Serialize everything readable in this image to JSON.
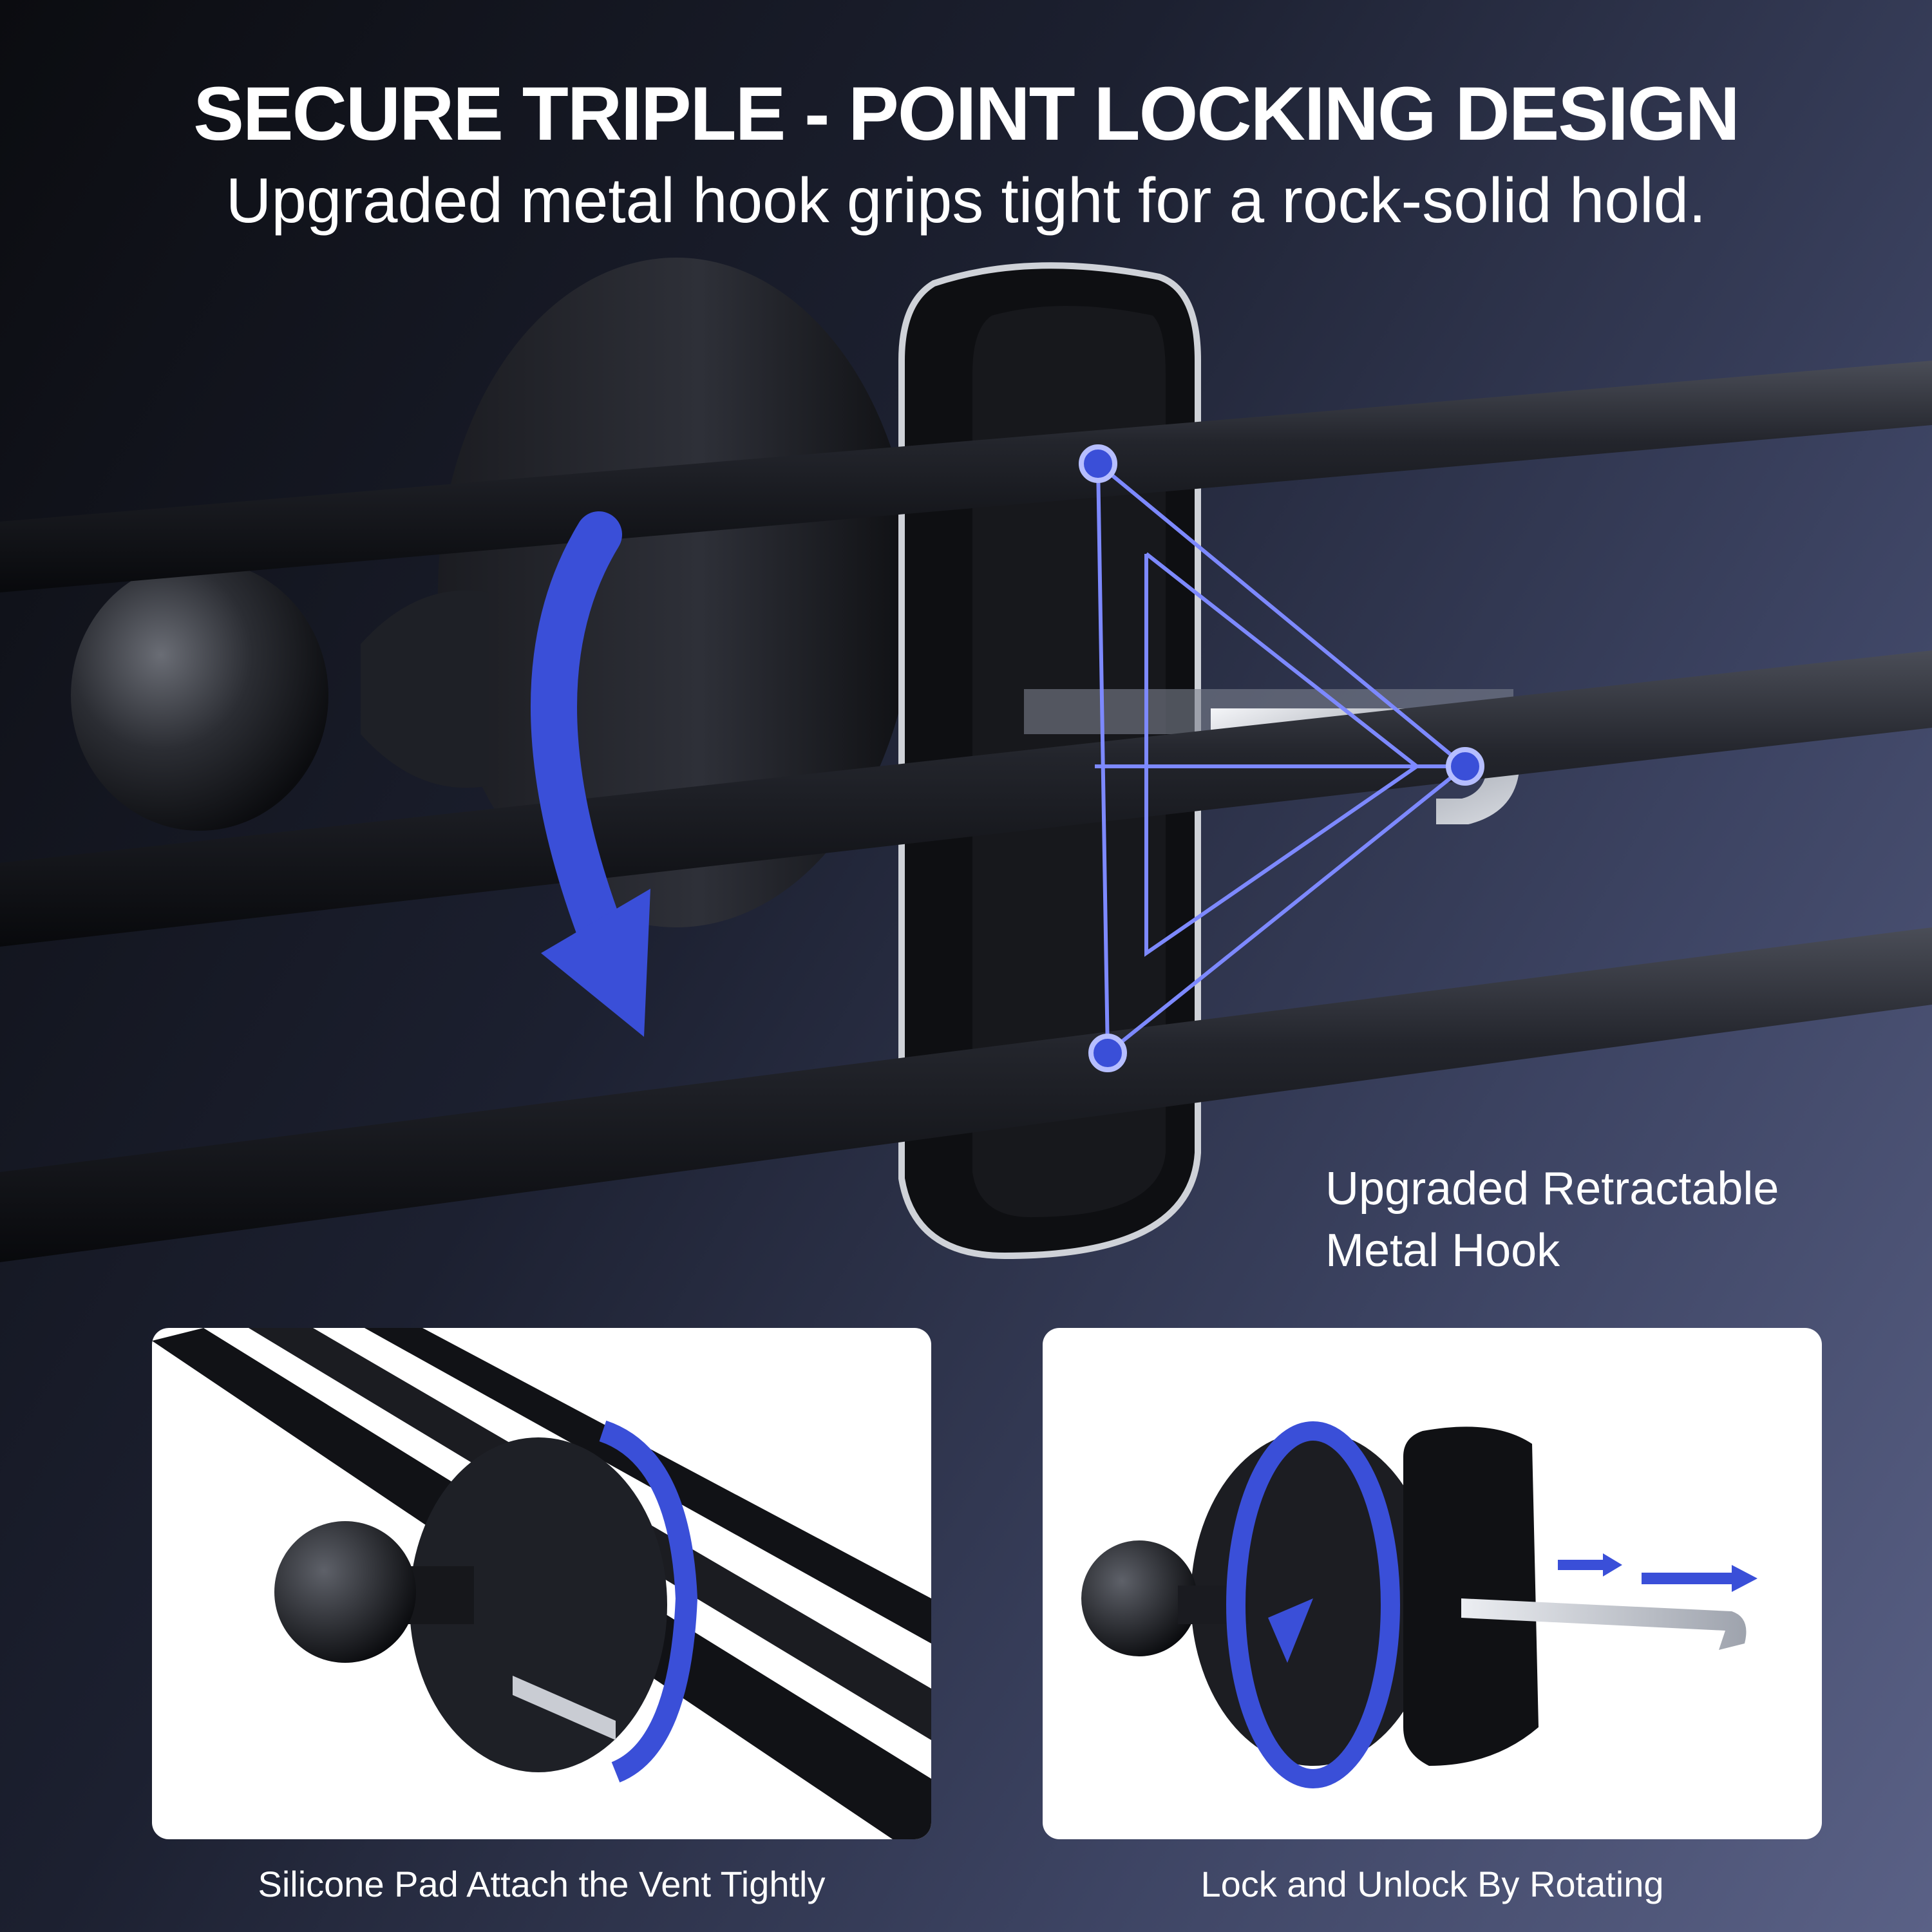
{
  "header": {
    "title": "SECURE TRIPLE - POINT LOCKING DESIGN",
    "subtitle": "Upgraded metal hook grips tight for a rock-solid hold."
  },
  "callout": {
    "line1": "Upgraded Retractable",
    "line2": "Metal Hook"
  },
  "panels": [
    {
      "caption": "Silicone Pad Attach the Vent Tightly"
    },
    {
      "caption": "Lock and Unlock By Rotating"
    }
  ],
  "colors": {
    "accent_blue": "#3a4fd8",
    "glow_blue": "#6f7cff",
    "background_dark": "#0b0c10",
    "background_light": "#5a6186"
  },
  "icons": [
    "rotate-arrow-icon",
    "triangle-lock-points-icon",
    "rotate-ring-icon",
    "retract-arrows-icon"
  ]
}
